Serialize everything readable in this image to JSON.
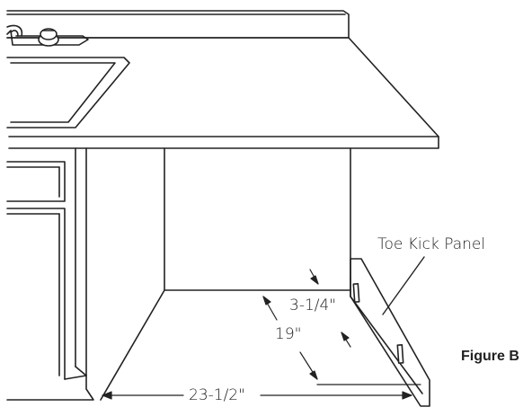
{
  "labels": {
    "toe_kick_panel": "Toe Kick Panel",
    "figure": "Figure B"
  },
  "dimensions": {
    "depth_front": "3-1/4\"",
    "depth_side": "19\"",
    "width": "23-1/2\""
  },
  "colors": {
    "line": "#222222",
    "background": "#ffffff"
  }
}
